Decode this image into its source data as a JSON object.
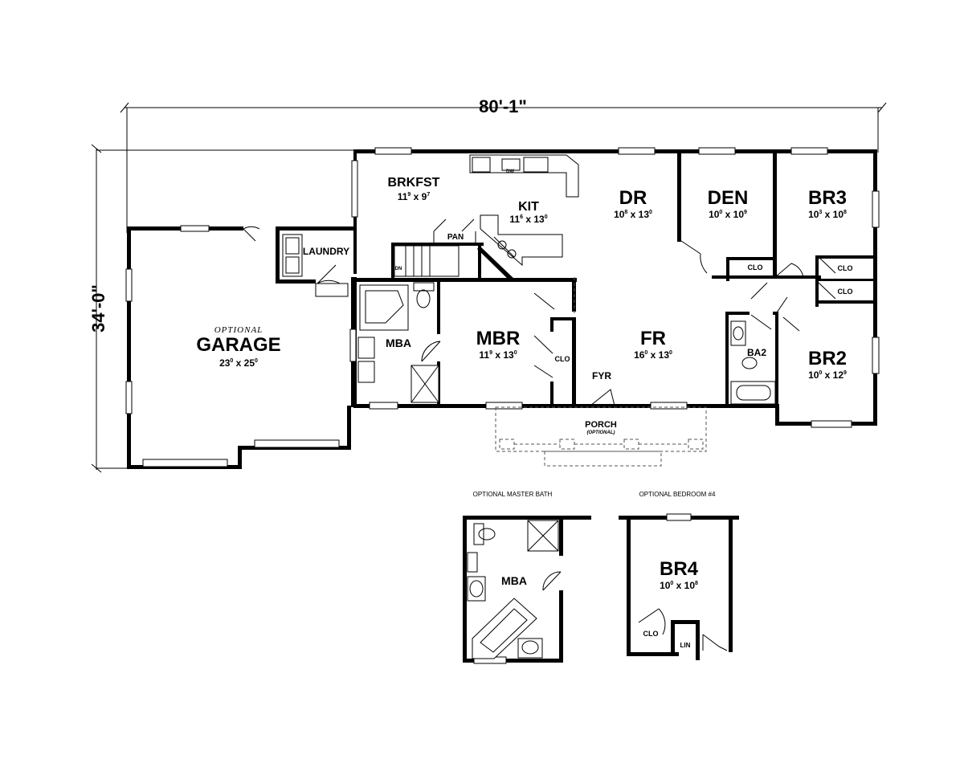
{
  "dimensions": {
    "width": "80'-1\"",
    "depth": "34'-0\""
  },
  "rooms": {
    "brkfst": {
      "name": "BRKFST",
      "w": "11",
      "wi": "9",
      "d": "9",
      "di": "7"
    },
    "kit": {
      "name": "KIT",
      "w": "11",
      "wi": "6",
      "d": "13",
      "di": "0"
    },
    "dr": {
      "name": "DR",
      "w": "10",
      "wi": "8",
      "d": "13",
      "di": "0"
    },
    "den": {
      "name": "DEN",
      "w": "10",
      "wi": "0",
      "d": "10",
      "di": "9"
    },
    "br3": {
      "name": "BR3",
      "w": "10",
      "wi": "3",
      "d": "10",
      "di": "8"
    },
    "garage": {
      "prefix": "OPTIONAL",
      "name": "GARAGE",
      "w": "23",
      "wi": "0",
      "d": "25",
      "di": "0"
    },
    "laundry": {
      "name": "LAUNDRY"
    },
    "pan": {
      "name": "PAN"
    },
    "mba": {
      "name": "MBA"
    },
    "mbr": {
      "name": "MBR",
      "w": "11",
      "wi": "9",
      "d": "13",
      "di": "0"
    },
    "fr": {
      "name": "FR",
      "w": "16",
      "wi": "0",
      "d": "13",
      "di": "0"
    },
    "br2": {
      "name": "BR2",
      "w": "10",
      "wi": "0",
      "d": "12",
      "di": "9"
    },
    "ba2": {
      "name": "BA2"
    },
    "fyr": {
      "name": "FYR"
    },
    "porch": {
      "name": "PORCH",
      "note": "(OPTIONAL)"
    },
    "clo_mbr": {
      "name": "CLO"
    },
    "clo_den": {
      "name": "CLO"
    },
    "clo_br3": {
      "name": "CLO"
    },
    "clo_br2": {
      "name": "CLO"
    },
    "dw": {
      "name": "DW"
    },
    "dn": {
      "name": "DN"
    }
  },
  "optional_bath": {
    "title": "OPTIONAL MASTER BATH",
    "room": "MBA"
  },
  "optional_bedroom": {
    "title": "OPTIONAL BEDROOM #4",
    "room": {
      "name": "BR4",
      "w": "10",
      "wi": "0",
      "d": "10",
      "di": "8"
    },
    "clo": "CLO",
    "lin": "LIN"
  },
  "colors": {
    "ink": "#000000",
    "paper": "#ffffff",
    "dashed": "#555555"
  }
}
